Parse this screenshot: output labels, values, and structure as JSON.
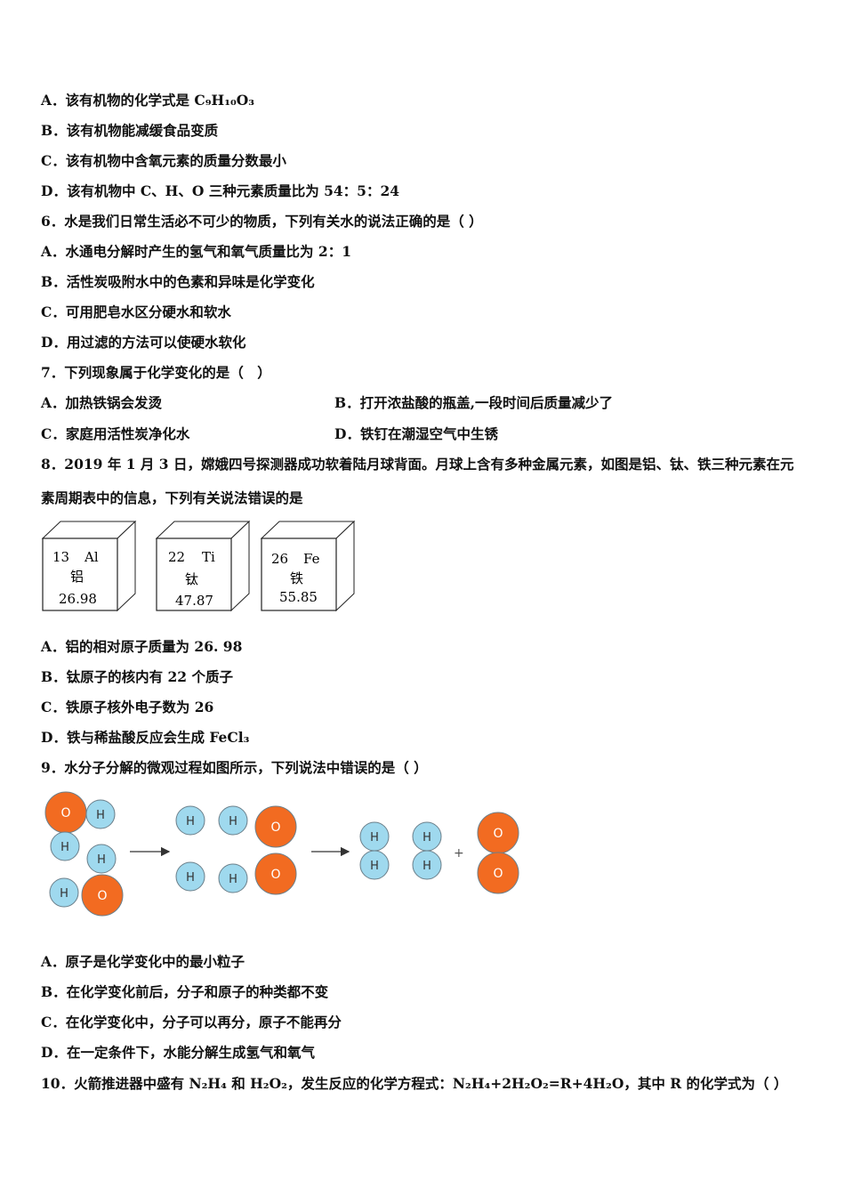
{
  "items": [
    {
      "id": "q5a",
      "text": "A．该有机物的化学式是 C₉H₁₀O₃"
    },
    {
      "id": "q5b",
      "text": "B．该有机物能减缓食品变质"
    },
    {
      "id": "q5c",
      "text": "C．该有机物中含氧元素的质量分数最小"
    },
    {
      "id": "q5d",
      "text": "D．该有机物中 C、H、O 三种元素质量比为 54：5：24"
    },
    {
      "id": "q6",
      "text": "6．水是我们日常生活必不可少的物质，下列有关水的说法正确的是（ ）"
    },
    {
      "id": "q6a",
      "text": "A．水通电分解时产生的氢气和氧气质量比为 2：1"
    },
    {
      "id": "q6b",
      "text": "B．活性炭吸附水中的色素和异味是化学变化"
    },
    {
      "id": "q6c",
      "text": "C．可用肥皂水区分硬水和软水"
    },
    {
      "id": "q6d",
      "text": "D．用过滤的方法可以使硬水软化"
    },
    {
      "id": "q7",
      "text": "7．下列现象属于化学变化的是（　）"
    },
    {
      "id": "q7a",
      "text": "A．加热铁锅会发烫"
    },
    {
      "id": "q7b",
      "text": "B．打开浓盐酸的瓶盖,一段时间后质量减少了"
    },
    {
      "id": "q7c",
      "text": "C．家庭用活性炭净化水"
    },
    {
      "id": "q7d",
      "text": "D．铁钉在潮湿空气中生锈"
    },
    {
      "id": "q8l1",
      "text": "8．2019 年 1 月 3 日，嫦娥四号探测器成功软着陆月球背面。月球上含有多种金属元素，如图是铝、钛、铁三种元素在元"
    },
    {
      "id": "q8l2",
      "text": "素周期表中的信息，下列有关说法错误的是"
    },
    {
      "id": "q8a",
      "text": "A．铝的相对原子质量为 26. 98"
    },
    {
      "id": "q8b",
      "text": "B．钛原子的核内有 22 个质子"
    },
    {
      "id": "q8c",
      "text": "C．铁原子核外电子数为 26"
    },
    {
      "id": "q8d",
      "text": "D．铁与稀盐酸反应会生成 FeCl₃"
    },
    {
      "id": "q9",
      "text": "9．水分子分解的微观过程如图所示，下列说法中错误的是（ ）"
    },
    {
      "id": "q9a",
      "text": "A．原子是化学变化中的最小粒子"
    },
    {
      "id": "q9b",
      "text": "B．在化学变化前后，分子和原子的种类都不变"
    },
    {
      "id": "q9c",
      "text": "C．在化学变化中，分子可以再分，原子不能再分"
    },
    {
      "id": "q9d",
      "text": "D．在一定条件下，水能分解生成氢气和氧气"
    },
    {
      "id": "q10",
      "text": "10．火箭推进器中盛有 N₂H₄ 和 H₂O₂，发生反应的化学方程式：N₂H₄+2H₂O₂=R+4H₂O，其中 R 的化学式为（ ）"
    }
  ],
  "elements": [
    {
      "number": "13",
      "symbol": "Al",
      "name": "铝",
      "mass": "26.98"
    },
    {
      "number": "22",
      "symbol": "Ti",
      "name": "钛",
      "mass": "47.87"
    },
    {
      "number": "26",
      "symbol": "Fe",
      "name": "铁",
      "mass": "55.85"
    }
  ],
  "molecule_diagram": {
    "atom_h_label": "H",
    "atom_o_label": "O",
    "plus_sign": "+",
    "colors": {
      "oxygen": "#f26b21",
      "hydrogen": "#9fd9ee",
      "outline": "#6b7f8a"
    }
  }
}
